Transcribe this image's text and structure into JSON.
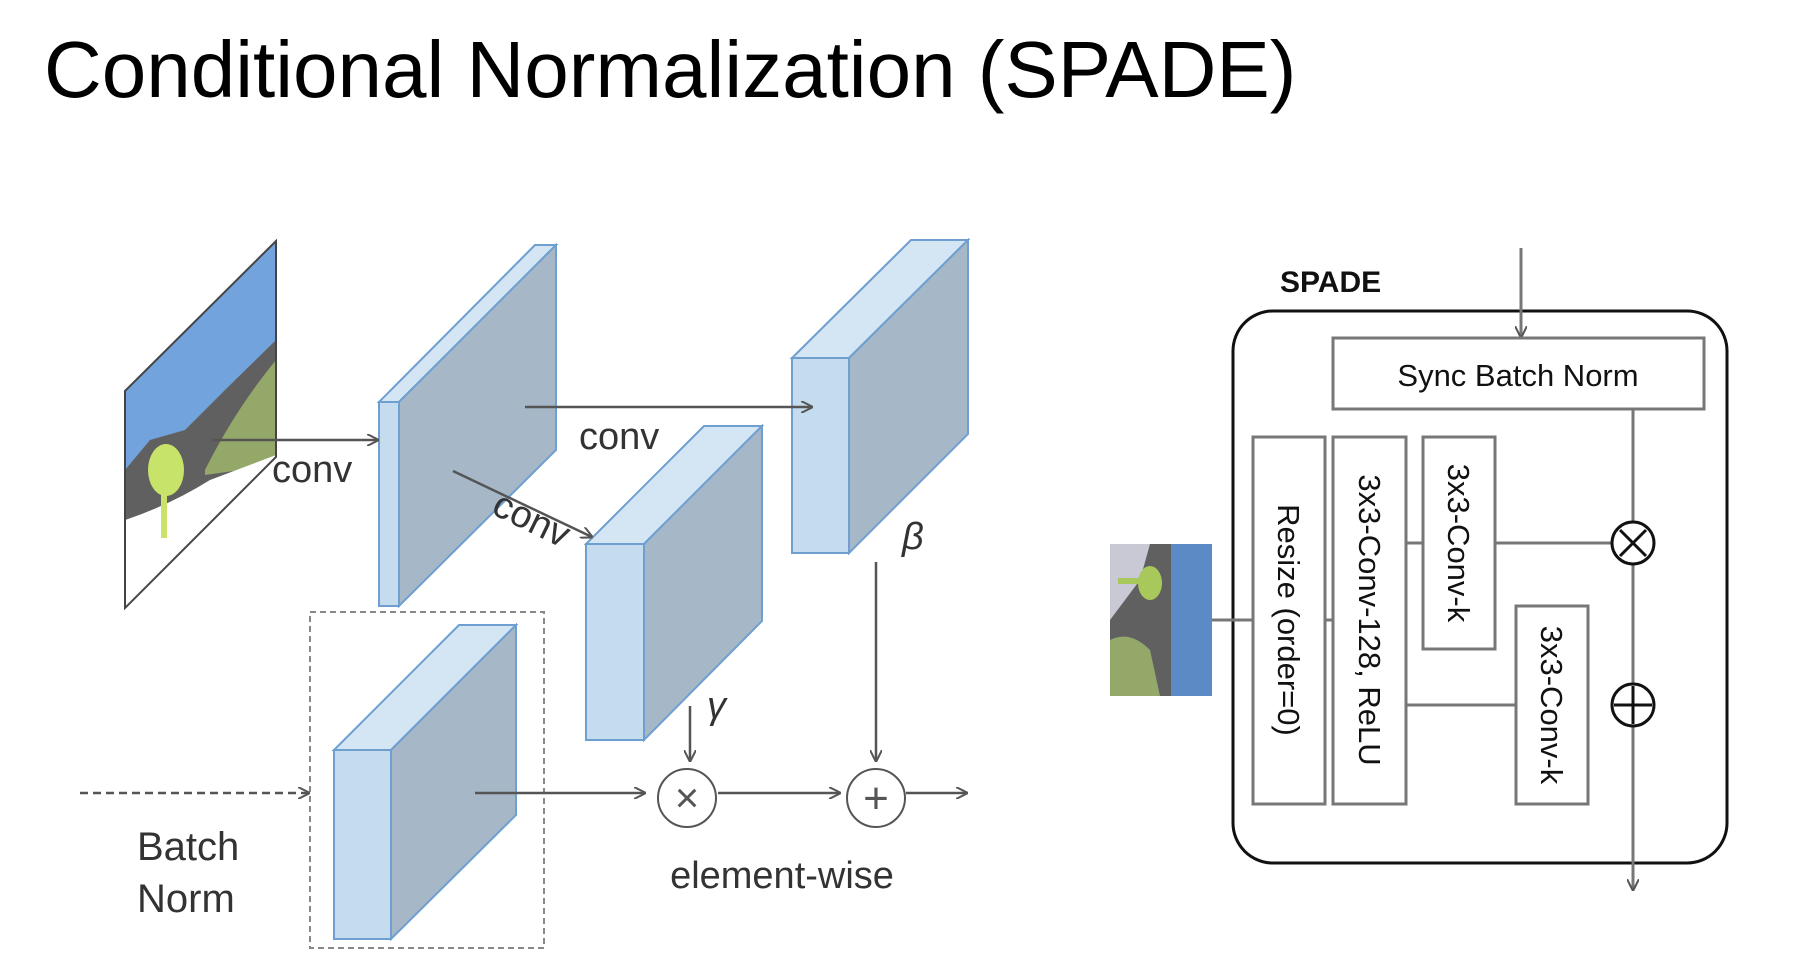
{
  "title": "Conditional Normalization (SPADE)",
  "left_diagram": {
    "conv_label_1": "conv",
    "conv_label_2": "conv",
    "conv_label_3": "conv",
    "gamma_label": "γ",
    "beta_label": "β",
    "multiply_symbol": "×",
    "add_symbol": "+",
    "batch_norm_line1": "Batch",
    "batch_norm_line2": "Norm",
    "elementwise_label": "element-wise"
  },
  "right_diagram": {
    "heading": "SPADE",
    "sync_batch_norm": "Sync Batch Norm",
    "resize_block": "Resize (order=0)",
    "conv128_block": "3x3-Conv-128, ReLU",
    "conv_k_gamma": "3x3-Conv-k",
    "conv_k_beta": "3x3-Conv-k",
    "multiply_symbol": "⊗",
    "add_symbol": "⊕"
  },
  "colors": {
    "block_front": "#c5dcee",
    "block_side": "#a6b8c8",
    "block_top": "#d4e5f3",
    "block_edge": "#6e9fd0",
    "arrow": "#555555",
    "segmap_sky": "#72a3dc",
    "segmap_rock": "#606060",
    "segmap_grass": "#94a86a",
    "segmap_tree": "#c8e36a"
  }
}
